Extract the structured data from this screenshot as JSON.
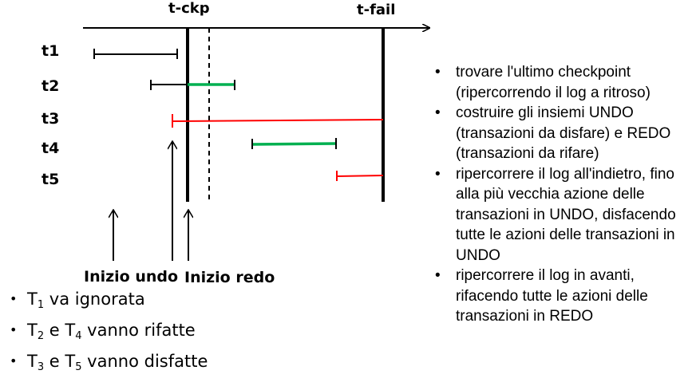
{
  "timeline": {
    "labels": {
      "checkpoint": "t-ckp",
      "failure": "t-fail"
    },
    "transactions": [
      {
        "label": "t1",
        "color": "#000000",
        "segments": []
      },
      {
        "label": "t2",
        "color": "#00b050"
      },
      {
        "label": "t3",
        "color": "#ff0000"
      },
      {
        "label": "t4",
        "color": "#00b050"
      },
      {
        "label": "t5",
        "color": "#ff0000"
      }
    ],
    "markers": {
      "undo_start": "Inizio undo",
      "redo_start": "Inizio redo"
    }
  },
  "steps": [
    "trovare l'ultimo checkpoint (ripercorrendo il log a ritroso)",
    "costruire gli insiemi UNDO (transazioni da disfare) e REDO (transazioni da rifare)",
    "ripercorrere il log all'indietro, fino alla più vecchia azione delle transazioni in UNDO, disfacendo tutte le azioni delle transazioni in UNDO",
    "ripercorrere il log in avanti, rifacendo tutte le azioni delle transazioni in REDO"
  ],
  "conclusions": [
    {
      "t": "T",
      "sub": "1",
      "text": " va ignorata"
    },
    {
      "t": "T",
      "sub": "2",
      "mid": " e T",
      "sub2": "4",
      "text": " vanno rifatte"
    },
    {
      "t": "T",
      "sub": "3",
      "mid": " e T",
      "sub2": "5",
      "text": " vanno disfatte"
    }
  ],
  "bullet_char": "•"
}
